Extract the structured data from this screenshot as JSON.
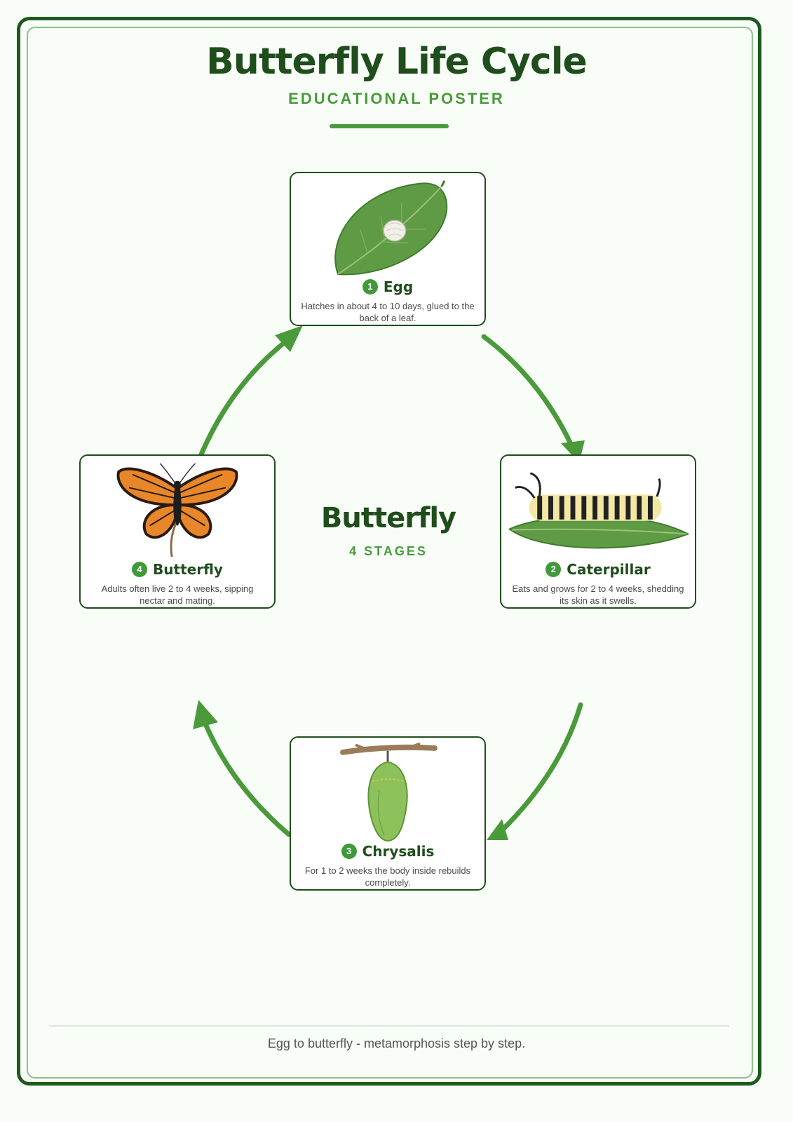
{
  "header": {
    "title": "Butterfly Life Cycle",
    "subtitle": "EDUCATIONAL POSTER"
  },
  "center": {
    "title": "Butterfly",
    "subtitle": "4 STAGES"
  },
  "stages": [
    {
      "number": "1",
      "name": "Egg",
      "description": "Hatches in about 4 to 10 days, glued to the back of a leaf."
    },
    {
      "number": "2",
      "name": "Caterpillar",
      "description": "Eats and grows for 2 to 4 weeks, shedding its skin as it swells."
    },
    {
      "number": "3",
      "name": "Chrysalis",
      "description": "For 1 to 2 weeks the body inside rebuilds completely."
    },
    {
      "number": "4",
      "name": "Butterfly",
      "description": "Adults often live 2 to 4 weeks, sipping nectar and mating."
    }
  ],
  "footer": {
    "text": "Egg to butterfly - metamorphosis step by step."
  },
  "colors": {
    "primary_dark": "#1f4d1b",
    "accent_green": "#4a9a3c",
    "background": "#f7fcf6"
  },
  "icons": [
    "leaf-egg-icon",
    "caterpillar-icon",
    "chrysalis-icon",
    "monarch-butterfly-icon"
  ]
}
